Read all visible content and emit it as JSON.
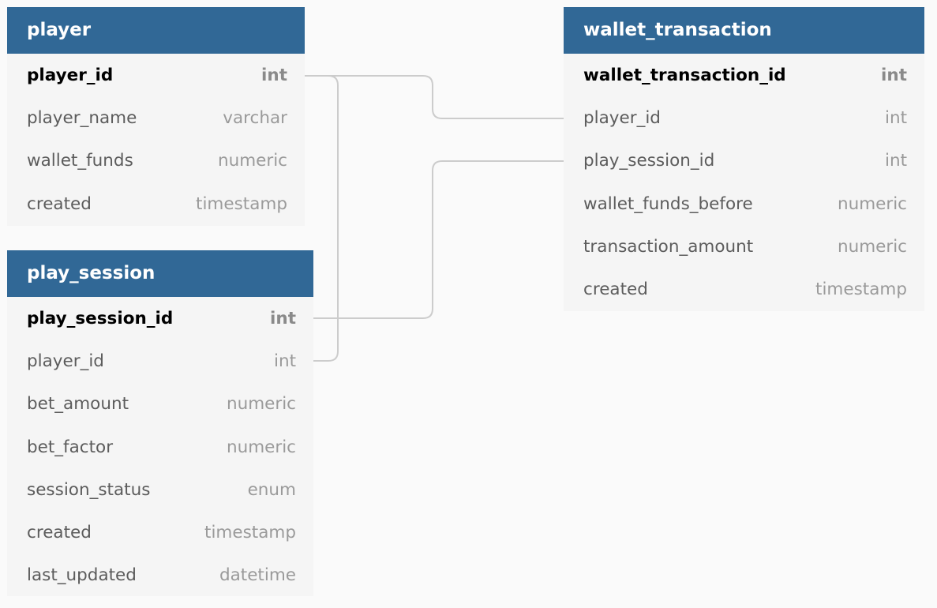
{
  "tables": {
    "player": {
      "title": "player",
      "columns": [
        {
          "name": "player_id",
          "type": "int",
          "pk": true
        },
        {
          "name": "player_name",
          "type": "varchar",
          "pk": false
        },
        {
          "name": "wallet_funds",
          "type": "numeric",
          "pk": false
        },
        {
          "name": "created",
          "type": "timestamp",
          "pk": false
        }
      ]
    },
    "play_session": {
      "title": "play_session",
      "columns": [
        {
          "name": "play_session_id",
          "type": "int",
          "pk": true
        },
        {
          "name": "player_id",
          "type": "int",
          "pk": false
        },
        {
          "name": "bet_amount",
          "type": "numeric",
          "pk": false
        },
        {
          "name": "bet_factor",
          "type": "numeric",
          "pk": false
        },
        {
          "name": "session_status",
          "type": "enum",
          "pk": false
        },
        {
          "name": "created",
          "type": "timestamp",
          "pk": false
        },
        {
          "name": "last_updated",
          "type": "datetime",
          "pk": false
        }
      ]
    },
    "wallet_transaction": {
      "title": "wallet_transaction",
      "columns": [
        {
          "name": "wallet_transaction_id",
          "type": "int",
          "pk": true
        },
        {
          "name": "player_id",
          "type": "int",
          "pk": false
        },
        {
          "name": "play_session_id",
          "type": "int",
          "pk": false
        },
        {
          "name": "wallet_funds_before",
          "type": "numeric",
          "pk": false
        },
        {
          "name": "transaction_amount",
          "type": "numeric",
          "pk": false
        },
        {
          "name": "created",
          "type": "timestamp",
          "pk": false
        }
      ]
    }
  },
  "relations": [
    {
      "from": "player.player_id",
      "to": "wallet_transaction.player_id"
    },
    {
      "from": "player.player_id",
      "to": "play_session.player_id"
    },
    {
      "from": "play_session.play_session_id",
      "to": "wallet_transaction.play_session_id"
    }
  ],
  "colors": {
    "header_bg": "#316896",
    "header_text": "#ffffff",
    "table_bg": "#f5f5f5",
    "canvas_bg": "#fafafa",
    "connector": "#cccccc"
  }
}
